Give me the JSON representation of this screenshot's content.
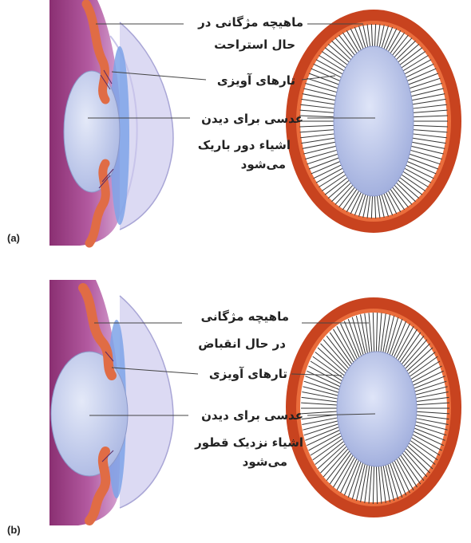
{
  "panels": [
    {
      "tag": "(a)",
      "muscle_line1": "ماهیچه مژگانی در",
      "muscle_line2": "حال استراحت",
      "fibers": "تارهای آویزی",
      "lens_line1": "عدسی برای دیدن",
      "lens_line2": "اشیاء دور باریک",
      "lens_line3": "می‌شود",
      "lens_state": "relaxed-thin"
    },
    {
      "tag": "(b)",
      "muscle_line1": "ماهیچه مژگانی",
      "muscle_line2": "در حال انقباض",
      "fibers": "تارهای آویزی",
      "lens_line1": "عدسی برای دیدن",
      "lens_line2": "اشیاء نزدیک قطور",
      "lens_line3": "می‌شود",
      "lens_state": "contracted-thick"
    }
  ],
  "colors": {
    "ring_outer": "#c8431f",
    "ring_inner": "#ea6d3c",
    "lens": "#b9c4e8",
    "eye_wall": "#a8498c",
    "cornea": "#d2cff0",
    "leader_line": "#444444"
  }
}
